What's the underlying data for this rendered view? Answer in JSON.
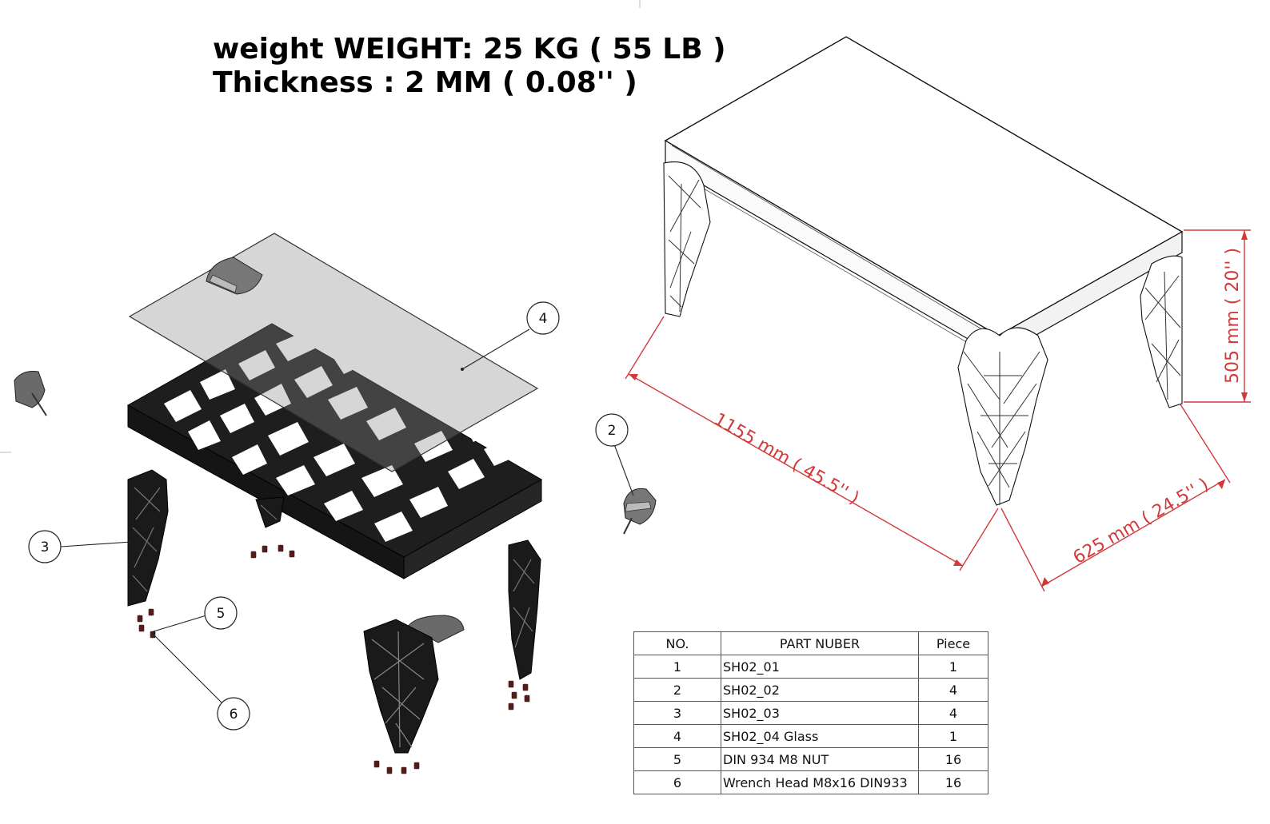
{
  "header": {
    "weight": "weight WEIGHT: 25 KG ( 55 LB )",
    "thickness": "Thickness : 2 MM ( 0.08'' )"
  },
  "callouts": [
    "4",
    "2",
    "3",
    "5",
    "6"
  ],
  "dimensions": {
    "length": "1155 mm ( 45.5'' )",
    "width": "625 mm ( 24.5'' )",
    "height": "505 mm ( 20'' )"
  },
  "colors": {
    "dimension": "#d23a3a",
    "part_dark": "#1e1e1e",
    "glass": "#9a9a9a",
    "line": "#222222"
  },
  "table": {
    "headers": [
      "NO.",
      "PART NUBER",
      "Piece"
    ],
    "rows": [
      [
        "1",
        "SH02_01",
        "1"
      ],
      [
        "2",
        "SH02_02",
        "4"
      ],
      [
        "3",
        "SH02_03",
        "4"
      ],
      [
        "4",
        "SH02_04 Glass",
        "1"
      ],
      [
        "5",
        "DIN 934 M8 NUT",
        "16"
      ],
      [
        "6",
        "Wrench Head M8x16 DIN933",
        "16"
      ]
    ]
  }
}
